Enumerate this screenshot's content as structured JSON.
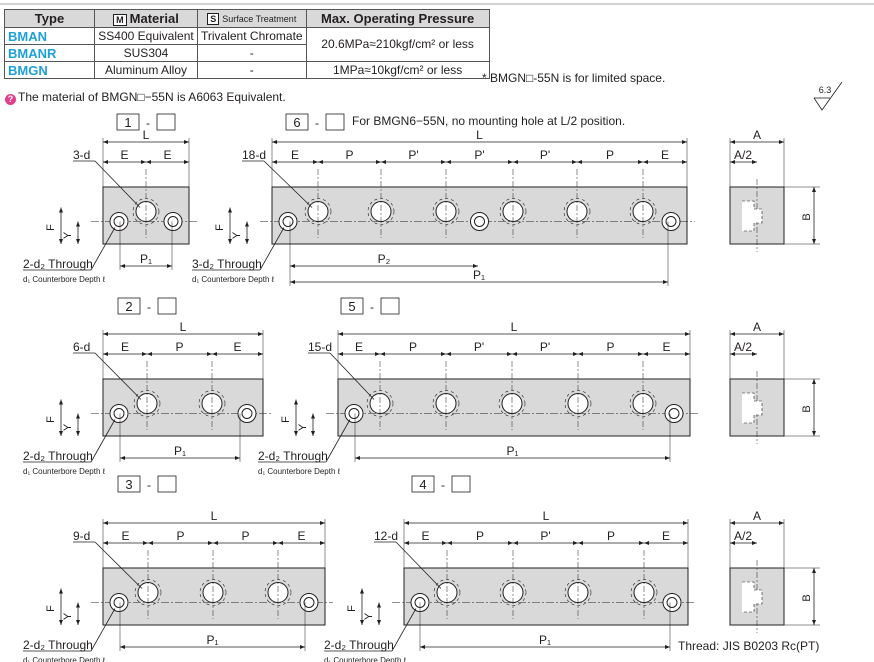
{
  "table": {
    "headers": {
      "type": "Type",
      "material_mark": "M",
      "material": "Material",
      "treatment_mark": "S",
      "treatment": "Surface Treatment",
      "pressure": "Max. Operating Pressure"
    },
    "rows": [
      {
        "type": "BMAN",
        "material": "SS400 Equivalent",
        "treatment": "Trivalent Chromate"
      },
      {
        "type": "BMANR",
        "material": "SUS304",
        "treatment": "-"
      },
      {
        "type": "BMGN",
        "material": "Aluminum Alloy",
        "treatment": "-",
        "pressure": "1MPa≈10kgf/cm² or less"
      }
    ],
    "pressure_shared": "20.6MPa≈210kgf/cm² or less"
  },
  "notes": {
    "limited_space": "* BMGN□-55N is for limited space.",
    "material_note": "The material of BMGN□−55N is A6063 Equivalent.",
    "roughness": "6.3",
    "no_mounting_hole": "For BMGN6−55N, no mounting hole at L/2 position.",
    "thread": "Thread: JIS B0203 Rc(PT)"
  },
  "views": [
    {
      "number": "1",
      "holes_label": "3-d"
    },
    {
      "number": "6",
      "holes_label": "18-d"
    },
    {
      "number": "2",
      "holes_label": "6-d"
    },
    {
      "number": "5",
      "holes_label": "15-d"
    },
    {
      "number": "3",
      "holes_label": "9-d"
    },
    {
      "number": "4",
      "holes_label": "12-d"
    }
  ],
  "labels": {
    "dash": "-",
    "L": "L",
    "E": "E",
    "P": "P",
    "Pp": "P'",
    "P1": "P₁",
    "P2": "P₂",
    "F": "F",
    "Y": "Y",
    "A": "A",
    "A2": "A/2",
    "B": "B",
    "through_2": "2-d₂ Through",
    "through_3": "3-d₂ Through",
    "counterbore": "d₁ Counterbore Depth ℓ"
  }
}
